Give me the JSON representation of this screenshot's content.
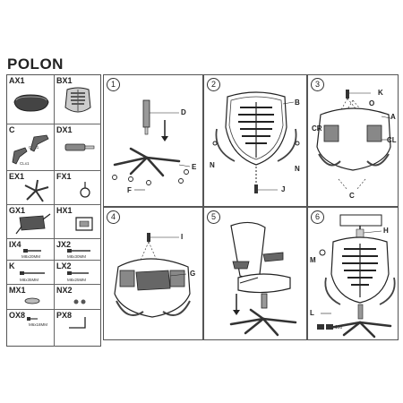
{
  "title": "POLON",
  "parts": [
    {
      "label": "AX1"
    },
    {
      "label": "BX1"
    },
    {
      "label": "C",
      "sub": [
        "CRx1",
        "CLx1"
      ]
    },
    {
      "label": "DX1"
    },
    {
      "label": "EX1"
    },
    {
      "label": "FX1"
    },
    {
      "label": "GX1"
    },
    {
      "label": "HX1"
    },
    {
      "label": "IX4",
      "sub": [
        "M8x20MM"
      ]
    },
    {
      "label": "JX2",
      "sub": [
        "M8x30MM"
      ]
    },
    {
      "label": "K",
      "sub": [
        "M8x35MM"
      ]
    },
    {
      "label": "LX2",
      "sub": [
        "M8x25MM"
      ]
    },
    {
      "label": "MX1"
    },
    {
      "label": "NX2"
    },
    {
      "label": "OX8",
      "sub": [
        "M6x18MM"
      ]
    },
    {
      "label": "PX8"
    }
  ],
  "steps": [
    {
      "number": "1",
      "labels": {
        "d": "D",
        "e": "E",
        "f": "F"
      }
    },
    {
      "number": "2",
      "labels": {
        "b": "B",
        "n1": "N",
        "n2": "N",
        "j": "J"
      }
    },
    {
      "number": "3",
      "labels": {
        "k": "K",
        "o": "O",
        "a": "A",
        "cr": "CR",
        "cl": "CL",
        "c": "C"
      }
    },
    {
      "number": "4",
      "labels": {
        "i": "I",
        "g": "G"
      }
    },
    {
      "number": "5",
      "labels": {}
    },
    {
      "number": "6",
      "labels": {
        "h": "H",
        "m": "M",
        "l": "L",
        "note": "100"
      }
    }
  ]
}
